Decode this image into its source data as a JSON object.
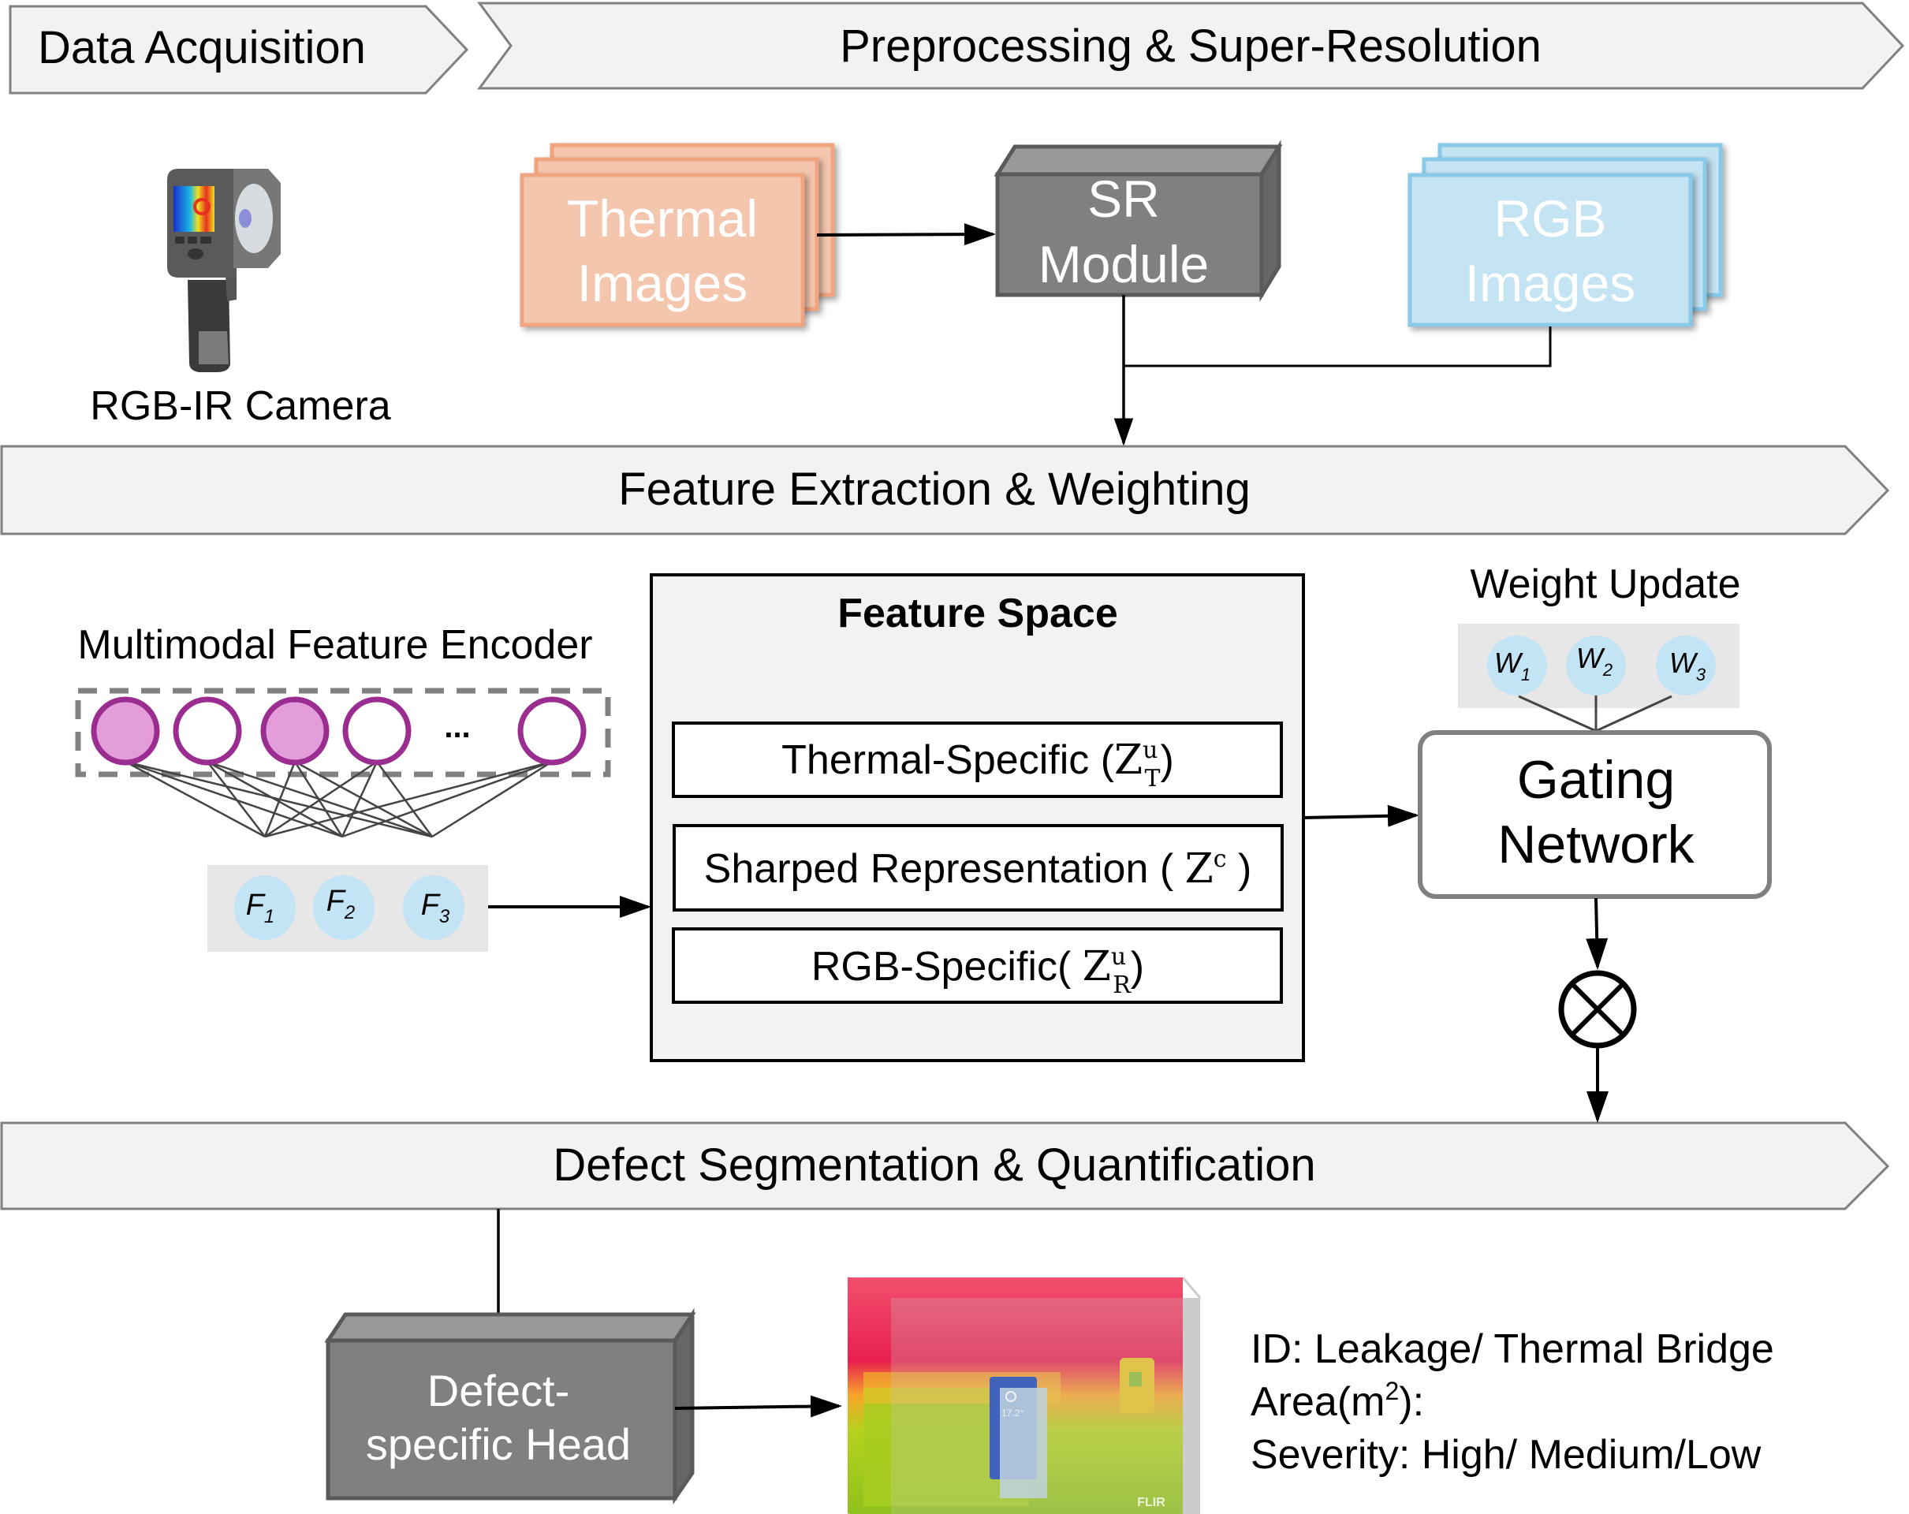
{
  "stages": {
    "data_acquisition": "Data Acquisition",
    "preprocessing": "Preprocessing & Super-Resolution",
    "feature_extraction": "Feature Extraction & Weighting",
    "defect_segmentation": "Defect Segmentation & Quantification"
  },
  "camera": {
    "label": "RGB-IR Camera",
    "icon": "thermal-camera-icon"
  },
  "thermal_images": {
    "line1": "Thermal",
    "line2": "Images"
  },
  "sr_module": {
    "line1": "SR",
    "line2": "Module"
  },
  "rgb_images": {
    "line1": "RGB",
    "line2": "Images"
  },
  "encoder": {
    "label": "Multimodal Feature Encoder",
    "nodes": [
      "filled",
      "empty",
      "filled",
      "empty",
      "ellipsis",
      "empty"
    ],
    "ellipsis": "...",
    "features": [
      {
        "base": "F",
        "sub": "1"
      },
      {
        "base": "F",
        "sub": "2"
      },
      {
        "base": "F",
        "sub": "3"
      }
    ]
  },
  "feature_space": {
    "title": "Feature Space",
    "items": [
      {
        "label": "Thermal-Specific (",
        "sym": "Z",
        "sup": "u",
        "sub": "T",
        "close": ")"
      },
      {
        "label": "Sharped Representation ( ",
        "sym": "Z",
        "sup": "c",
        "sub": "",
        "close": " )"
      },
      {
        "label": "RGB-Specific( ",
        "sym": "Z",
        "sup": "u",
        "sub": "R",
        "close": ")"
      }
    ]
  },
  "weight_update": {
    "label": "Weight Update",
    "weights": [
      {
        "base": "W",
        "sub": "1"
      },
      {
        "base": "W",
        "sub": "2"
      },
      {
        "base": "W",
        "sub": "3"
      }
    ]
  },
  "gating": {
    "line1": "Gating",
    "line2": "Network"
  },
  "multiply_symbol": "otimes-icon",
  "defect_head": {
    "line1": "Defect-",
    "line2": "specific Head"
  },
  "thermal_result": {
    "temp_readout": "17.2°",
    "brand": "FLIR"
  },
  "output_info": {
    "id_line": "ID: Leakage/ Thermal Bridge",
    "area_prefix": "Area(m",
    "area_sup": "2",
    "area_suffix": "):",
    "severity_line": "Severity: High/ Medium/Low"
  },
  "colors": {
    "band_fill": "#f2f2f2",
    "band_stroke": "#808080",
    "thermal_fill": "#f5c6ae",
    "thermal_stroke": "#f0a580",
    "rgb_fill": "#c4e4f4",
    "rgb_stroke": "#88cae8",
    "cube_front": "#808080",
    "cube_top": "#999999",
    "cube_side": "#666666",
    "cube_edge": "#5a5a5a",
    "node_stroke": "#9b2d91",
    "node_fill": "#e39ddb",
    "feature_node": "#c2e4f4",
    "feature_bg": "#e7e7e7"
  }
}
